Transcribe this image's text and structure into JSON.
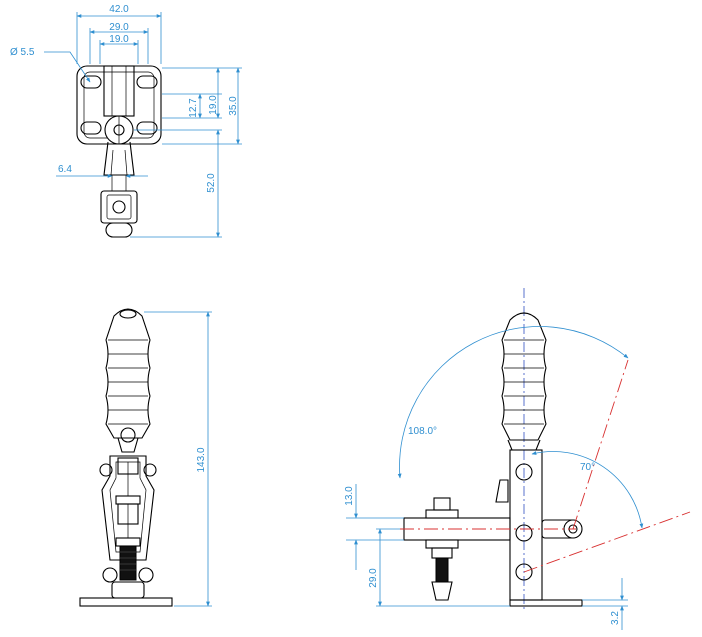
{
  "top_view": {
    "dim_overall_width": "42.0",
    "dim_bolt_spacing": "29.0",
    "dim_slot_spacing": "19.0",
    "dim_hole_diameter": "Ø 5.5",
    "dim_12_7": "12.7",
    "dim_19_0_vertical": "19.0",
    "dim_35_0": "35.0",
    "dim_52_0": "52.0",
    "dim_6_4": "6.4"
  },
  "front_view": {
    "dim_total_height": "143.0"
  },
  "side_view": {
    "angle_handle_open": "108.0°",
    "angle_arm": "70°",
    "dim_13_0": "13.0",
    "dim_29_0": "29.0",
    "dim_3_2": "3.2"
  },
  "colors": {
    "dimension": "#2f8fd0",
    "center_line_red": "#d83030",
    "center_line_blue": "#3050c0",
    "outline": "#000000"
  }
}
